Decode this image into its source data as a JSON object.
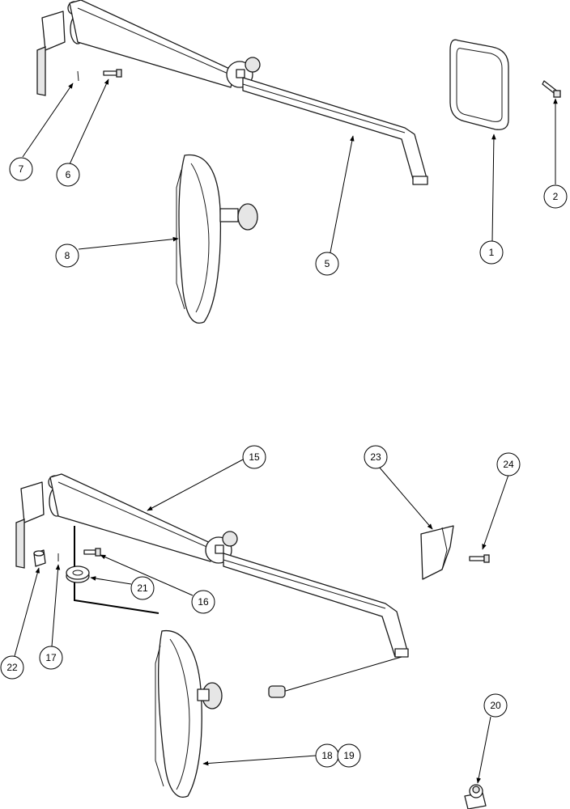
{
  "callouts": {
    "c1": "1",
    "c2": "2",
    "c5": "5",
    "c6": "6",
    "c7": "7",
    "c8": "8",
    "c15": "15",
    "c16": "16",
    "c17": "17",
    "c18": "18",
    "c19": "19",
    "c20": "20",
    "c21": "21",
    "c22": "22",
    "c23": "23",
    "c24": "24"
  }
}
